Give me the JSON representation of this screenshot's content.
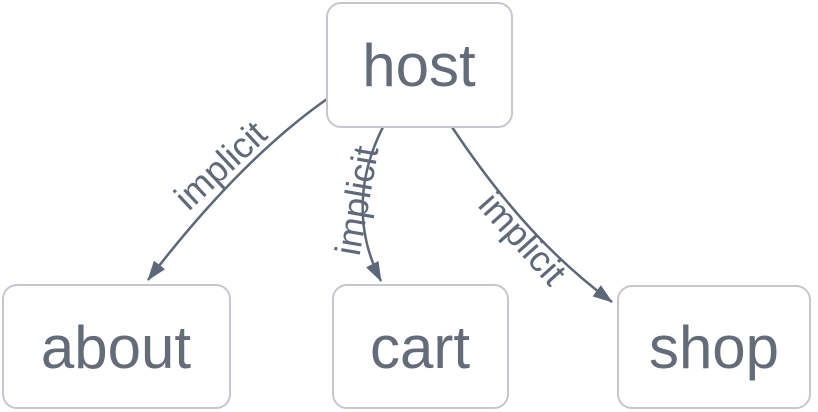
{
  "diagram": {
    "nodes": [
      {
        "id": "host",
        "label": "host"
      },
      {
        "id": "about",
        "label": "about"
      },
      {
        "id": "cart",
        "label": "cart"
      },
      {
        "id": "shop",
        "label": "shop"
      }
    ],
    "edges": [
      {
        "from": "host",
        "to": "about",
        "label": "implicit"
      },
      {
        "from": "host",
        "to": "cart",
        "label": "implicit"
      },
      {
        "from": "host",
        "to": "shop",
        "label": "implicit"
      }
    ],
    "colors": {
      "background": "#ffffff",
      "node_fill": "#ffffff",
      "node_border": "#c4c8ce",
      "node_text": "#646c7a",
      "edge": "#5c6878",
      "edge_label": "#5f6979"
    }
  }
}
